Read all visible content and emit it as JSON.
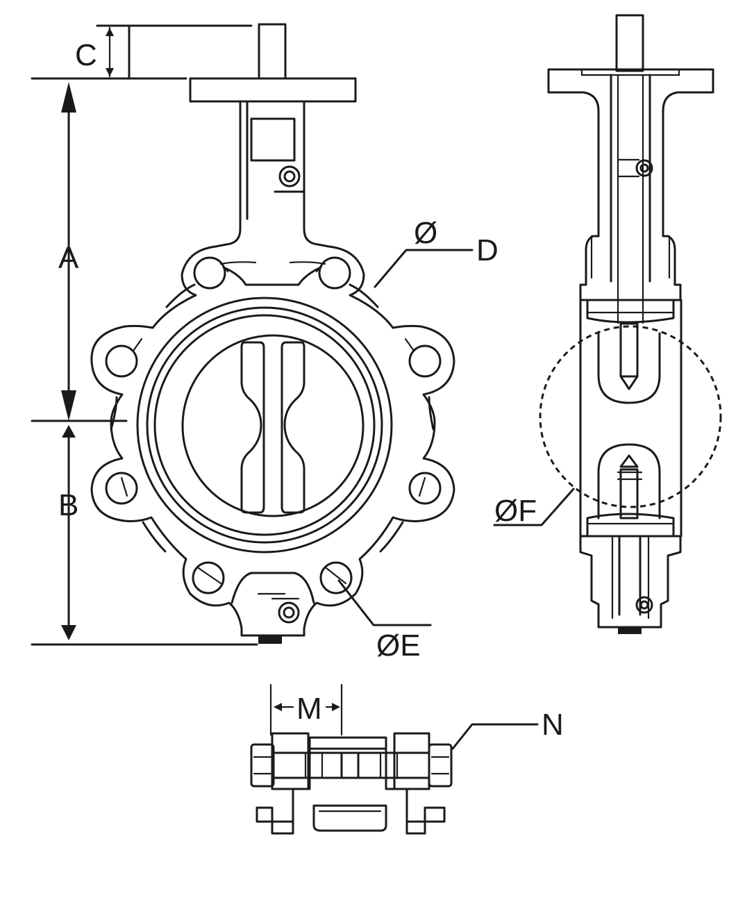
{
  "labels": {
    "A": "A",
    "B": "B",
    "C": "C",
    "D": "D",
    "diameter_symbol": "Ø",
    "E": "ØE",
    "F": "ØF",
    "M": "M",
    "N": "N"
  },
  "colors": {
    "line": "#1a1a1a",
    "background": "#ffffff"
  }
}
